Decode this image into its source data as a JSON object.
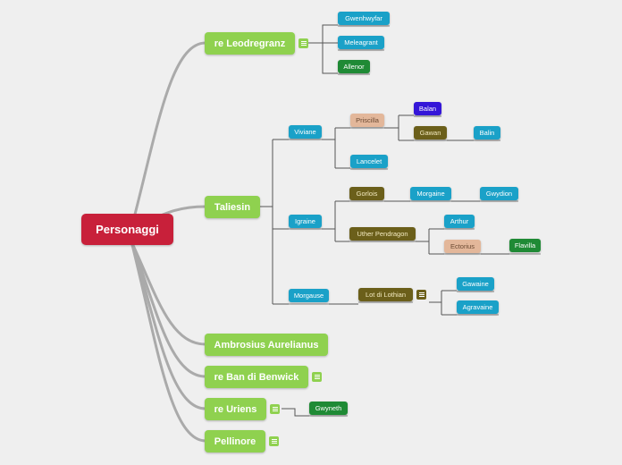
{
  "root": "Personaggi",
  "main": {
    "leodregranz": "re Leodregranz",
    "taliesin": "Taliesin",
    "ambrosius": "Ambrosius Aurelianus",
    "ban": "re Ban di Benwick",
    "uriens": "re Uriens",
    "pellinore": "Pellinore"
  },
  "leodregranz_children": [
    "Gwenhwyfar",
    "Meleagrant",
    "Allenor"
  ],
  "taliesin_children": {
    "viviane": "Viviane",
    "priscilla": "Priscilla",
    "balan": "Balan",
    "gawan": "Gawan",
    "balin": "Balin",
    "lancelet": "Lancelet",
    "igraine": "Igraine",
    "gorlois": "Gorlois",
    "morgaine": "Morgaine",
    "gwydion": "Gwydion",
    "uther": "Uther Pendragon",
    "arthur": "Arthur",
    "ectorius": "Ectorius",
    "flavilla": "Flavilla",
    "morgause": "Morgause",
    "lot": "Lot di Lothian",
    "gawaine": "Gawaine",
    "agravaine": "Agravaine"
  },
  "uriens_children": [
    "Gwyneth"
  ],
  "colors": {
    "root": "#c8203a",
    "main": "#8fd14f",
    "blue": "#1aa1c8",
    "green": "#1f8a35",
    "olive": "#6b5f1a",
    "tan": "#e3b79a",
    "indigo": "#3416d8"
  }
}
